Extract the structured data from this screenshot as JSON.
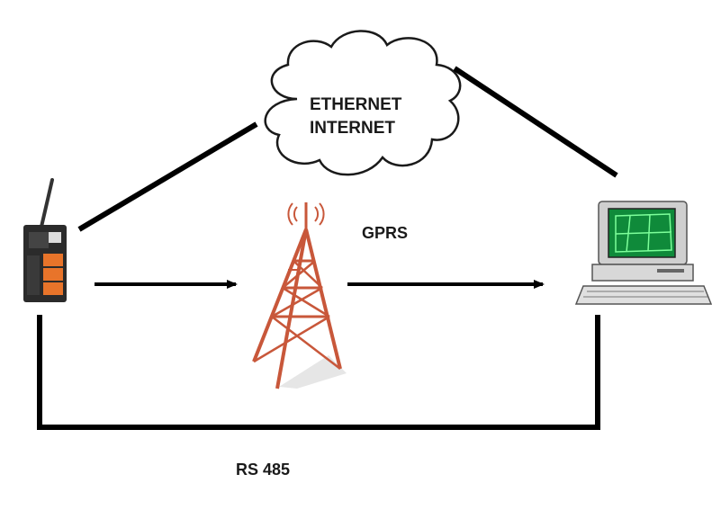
{
  "labels": {
    "cloud_line1": "ETHERNET",
    "cloud_line2": "INTERNET",
    "gprs": "GPRS",
    "rs485": "RS 485"
  },
  "nodes": {
    "gateway": "gateway-device-icon",
    "tower": "cell-tower-icon",
    "computer": "desktop-computer-icon",
    "cloud": "cloud-icon"
  },
  "colors": {
    "line": "#000000",
    "tower": "#c8573a",
    "gateway_body": "#2b2b2b",
    "gateway_accent": "#e8742a",
    "screen": "#0f8a3a",
    "computer_body": "#cfcfcf"
  }
}
